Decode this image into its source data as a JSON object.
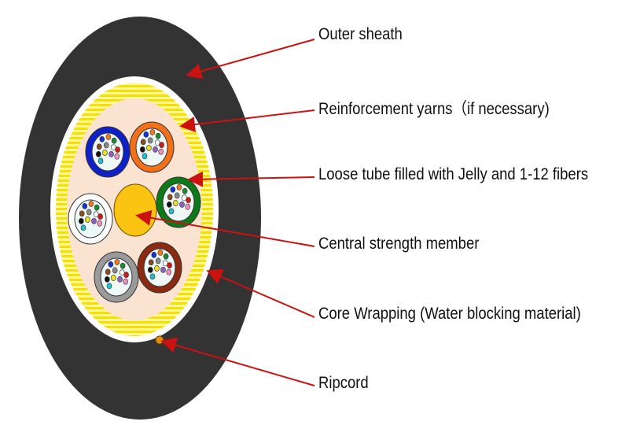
{
  "labels": {
    "outer_sheath": "Outer sheath",
    "reinforcement": "Reinforcement yarns（if necessary)",
    "loose_tube": "Loose tube filled with Jelly and 1-12 fibers",
    "central_member": "Central strength member",
    "core_wrapping": "Core Wrapping (Water blocking material)",
    "ripcord": "Ripcord"
  },
  "colors": {
    "sheath": "#333333",
    "yarn": "#f5e000",
    "core": "#fbe3d2",
    "arrow": "#cc1111",
    "central": "#fbc312",
    "tubes": [
      "#1020c8",
      "#f2701a",
      "#0d7a1a",
      "#ffffff",
      "#9a9a9a",
      "#8b2a10"
    ],
    "fibers": [
      "#1a2fd0",
      "#f27a1a",
      "#1a8a2a",
      "#8b4a20",
      "#888888",
      "#ffffff",
      "#d01a1a",
      "#111111",
      "#f0e020",
      "#9060c0",
      "#f090c0",
      "#20c0d0"
    ]
  }
}
